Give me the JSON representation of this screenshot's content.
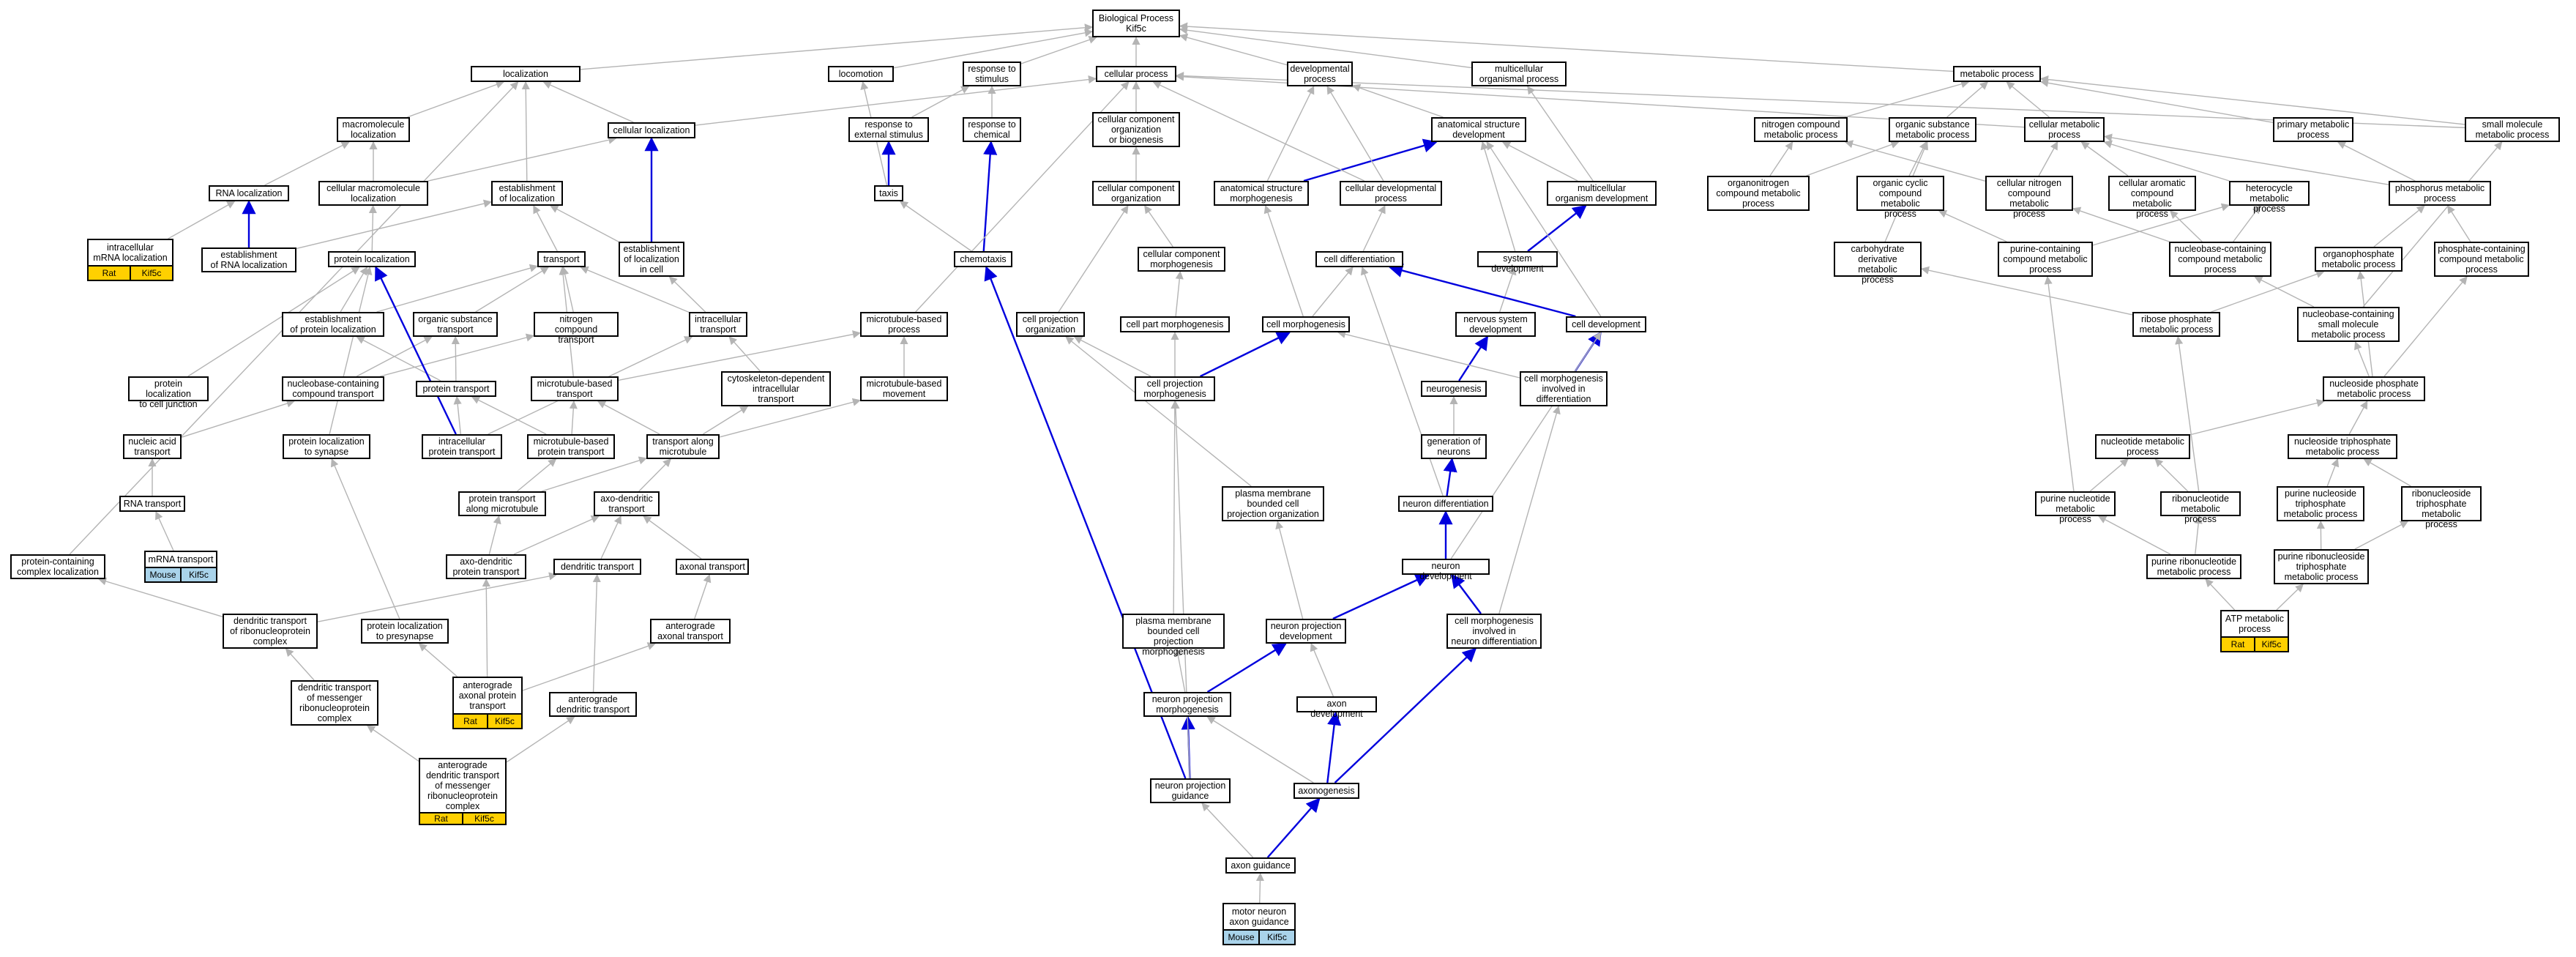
{
  "colors": {
    "gray_edge": "#b4b4b4",
    "blue_edge": "#0000dd",
    "gold_tag": "#ffd000",
    "blue_tag": "#a9d3ea"
  },
  "nodes": [
    {
      "id": "bp",
      "label": "Biological Process\nKif5c"
    },
    {
      "id": "loc",
      "label": "localization"
    },
    {
      "id": "locomotion",
      "label": "locomotion"
    },
    {
      "id": "rts",
      "label": "response to\nstimulus"
    },
    {
      "id": "cp",
      "label": "cellular process"
    },
    {
      "id": "dp",
      "label": "developmental\nprocess"
    },
    {
      "id": "mop",
      "label": "multicellular\norganismal process"
    },
    {
      "id": "mp",
      "label": "metabolic process"
    },
    {
      "id": "mloc",
      "label": "macromolecule\nlocalization"
    },
    {
      "id": "cloc",
      "label": "cellular localization"
    },
    {
      "id": "rtes",
      "label": "response to\nexternal stimulus"
    },
    {
      "id": "rtc",
      "label": "response to\nchemical"
    },
    {
      "id": "ccob",
      "label": "cellular component\norganization\nor biogenesis"
    },
    {
      "id": "asd",
      "label": "anatomical structure\ndevelopment"
    },
    {
      "id": "ncmp",
      "label": "nitrogen compound\nmetabolic process"
    },
    {
      "id": "osmp",
      "label": "organic substance\nmetabolic process"
    },
    {
      "id": "cmp",
      "label": "cellular metabolic\nprocess"
    },
    {
      "id": "pmp",
      "label": "primary metabolic\nprocess"
    },
    {
      "id": "smmp",
      "label": "small molecule\nmetabolic process"
    },
    {
      "id": "rnaloc",
      "label": "RNA localization"
    },
    {
      "id": "cmloc",
      "label": "cellular macromolecule\nlocalization"
    },
    {
      "id": "eoloc",
      "label": "establishment\nof localization"
    },
    {
      "id": "taxis",
      "label": "taxis"
    },
    {
      "id": "cco",
      "label": "cellular component\norganization"
    },
    {
      "id": "asm",
      "label": "anatomical structure\nmorphogenesis"
    },
    {
      "id": "cdp",
      "label": "cellular developmental\nprocess"
    },
    {
      "id": "mod",
      "label": "multicellular\norganism development"
    },
    {
      "id": "oncmp",
      "label": "organonitrogen\ncompound metabolic\nprocess"
    },
    {
      "id": "occmp",
      "label": "organic cyclic\ncompound metabolic\nprocess"
    },
    {
      "id": "cncmp",
      "label": "cellular nitrogen\ncompound metabolic\nprocess"
    },
    {
      "id": "cacmp",
      "label": "cellular aromatic\ncompound metabolic\nprocess"
    },
    {
      "id": "hmp",
      "label": "heterocycle\nmetabolic process"
    },
    {
      "id": "phmp",
      "label": "phosphorus metabolic\nprocess"
    },
    {
      "id": "imrnaloc",
      "label": "intracellular\nmRNA localization",
      "tags": [
        {
          "text": "Rat",
          "style": "gold"
        },
        {
          "text": "Kif5c",
          "style": "gold"
        }
      ]
    },
    {
      "id": "eorna",
      "label": "establishment\nof RNA localization"
    },
    {
      "id": "ploc",
      "label": "protein localization"
    },
    {
      "id": "transport",
      "label": "transport"
    },
    {
      "id": "eolic",
      "label": "establishment\nof localization\nin cell"
    },
    {
      "id": "chemotaxis",
      "label": "chemotaxis"
    },
    {
      "id": "ccm",
      "label": "cellular component\nmorphogenesis"
    },
    {
      "id": "cdiff",
      "label": "cell differentiation"
    },
    {
      "id": "sysdev",
      "label": "system development"
    },
    {
      "id": "cdmp",
      "label": "carbohydrate\nderivative metabolic\nprocess"
    },
    {
      "id": "pccmp",
      "label": "purine-containing\ncompound metabolic\nprocess"
    },
    {
      "id": "nbccmp",
      "label": "nucleobase-containing\ncompound metabolic\nprocess"
    },
    {
      "id": "opmp",
      "label": "organophosphate\nmetabolic process"
    },
    {
      "id": "phccmp",
      "label": "phosphate-containing\ncompound metabolic\nprocess"
    },
    {
      "id": "eoploc",
      "label": "establishment\nof protein localization"
    },
    {
      "id": "ost",
      "label": "organic substance\ntransport"
    },
    {
      "id": "nct",
      "label": "nitrogen compound\ntransport"
    },
    {
      "id": "ict",
      "label": "intracellular\ntransport"
    },
    {
      "id": "mtbp",
      "label": "microtubule-based\nprocess"
    },
    {
      "id": "cpo",
      "label": "cell projection\norganization"
    },
    {
      "id": "cpm",
      "label": "cell part morphogenesis"
    },
    {
      "id": "cmorph",
      "label": "cell morphogenesis"
    },
    {
      "id": "nsd",
      "label": "nervous system\ndevelopment"
    },
    {
      "id": "cdev",
      "label": "cell development"
    },
    {
      "id": "rpmp",
      "label": "ribose phosphate\nmetabolic process"
    },
    {
      "id": "nbcsm",
      "label": "nucleobase-containing\nsmall molecule\nmetabolic process"
    },
    {
      "id": "ploccj",
      "label": "protein localization\nto cell junction"
    },
    {
      "id": "nbcct",
      "label": "nucleobase-containing\ncompound transport"
    },
    {
      "id": "pt",
      "label": "protein transport"
    },
    {
      "id": "mtbt",
      "label": "microtubule-based\ntransport"
    },
    {
      "id": "cdit",
      "label": "cytoskeleton-dependent\nintracellular\ntransport"
    },
    {
      "id": "mtbm",
      "label": "microtubule-based\nmovement"
    },
    {
      "id": "cpmorph",
      "label": "cell projection\nmorphogenesis"
    },
    {
      "id": "neurogenesis",
      "label": "neurogenesis"
    },
    {
      "id": "cmid",
      "label": "cell morphogenesis\ninvolved in\ndifferentiation"
    },
    {
      "id": "nspmp",
      "label": "nucleoside phosphate\nmetabolic process"
    },
    {
      "id": "nat",
      "label": "nucleic acid\ntransport"
    },
    {
      "id": "plocsyn",
      "label": "protein localization\nto synapse"
    },
    {
      "id": "ipt",
      "label": "intracellular\nprotein transport"
    },
    {
      "id": "mtbpt",
      "label": "microtubule-based\nprotein transport"
    },
    {
      "id": "tam",
      "label": "transport along\nmicrotubule"
    },
    {
      "id": "gon",
      "label": "generation of\nneurons"
    },
    {
      "id": "ntmp",
      "label": "nucleotide metabolic\nprocess"
    },
    {
      "id": "nstpmp",
      "label": "nucleoside triphosphate\nmetabolic process"
    },
    {
      "id": "rnat",
      "label": "RNA transport"
    },
    {
      "id": "ptam",
      "label": "protein transport\nalong microtubule"
    },
    {
      "id": "adt",
      "label": "axo-dendritic\ntransport"
    },
    {
      "id": "pmbcpo",
      "label": "plasma membrane\nbounded cell\nprojection organization"
    },
    {
      "id": "ndiff",
      "label": "neuron differentiation"
    },
    {
      "id": "pnmp",
      "label": "purine nucleotide\nmetabolic process"
    },
    {
      "id": "rnmp",
      "label": "ribonucleotide\nmetabolic process"
    },
    {
      "id": "pnstpmp",
      "label": "purine nucleoside\ntriphosphate\nmetabolic process"
    },
    {
      "id": "rnstpmp",
      "label": "ribonucleoside\ntriphosphate\nmetabolic process"
    },
    {
      "id": "pccl",
      "label": "protein-containing\ncomplex localization"
    },
    {
      "id": "mrnat",
      "label": "mRNA transport",
      "tags": [
        {
          "text": "Mouse",
          "style": "blue"
        },
        {
          "text": "Kif5c",
          "style": "blue"
        }
      ]
    },
    {
      "id": "adpt",
      "label": "axo-dendritic\nprotein transport"
    },
    {
      "id": "dt",
      "label": "dendritic transport"
    },
    {
      "id": "at",
      "label": "axonal transport"
    },
    {
      "id": "ndev",
      "label": "neuron development"
    },
    {
      "id": "prnmp",
      "label": "purine ribonucleotide\nmetabolic process"
    },
    {
      "id": "prnstpmp",
      "label": "purine ribonucleoside\ntriphosphate\nmetabolic process"
    },
    {
      "id": "dtrnp",
      "label": "dendritic transport\nof ribonucleoprotein\ncomplex"
    },
    {
      "id": "aat",
      "label": "anterograde\naxonal transport"
    },
    {
      "id": "plocpre",
      "label": "protein localization\nto presynapse"
    },
    {
      "id": "pmbcpm",
      "label": "plasma membrane\nbounded cell\nprojection morphogenesis"
    },
    {
      "id": "npd",
      "label": "neuron projection\ndevelopment"
    },
    {
      "id": "cmind",
      "label": "cell morphogenesis\ninvolved in\nneuron differentiation"
    },
    {
      "id": "atpmp",
      "label": "ATP metabolic\nprocess",
      "tags": [
        {
          "text": "Rat",
          "style": "gold"
        },
        {
          "text": "Kif5c",
          "style": "gold"
        }
      ]
    },
    {
      "id": "aapt",
      "label": "anterograde\naxonal protein\ntransport",
      "tags": [
        {
          "text": "Rat",
          "style": "gold"
        },
        {
          "text": "Kif5c",
          "style": "gold"
        }
      ]
    },
    {
      "id": "adtr",
      "label": "anterograde\ndendritic transport"
    },
    {
      "id": "dtmrnp",
      "label": "dendritic transport\nof messenger\nribonucleoprotein\ncomplex"
    },
    {
      "id": "npm",
      "label": "neuron projection\nmorphogenesis"
    },
    {
      "id": "axdev",
      "label": "axon development"
    },
    {
      "id": "adtmrnp",
      "label": "anterograde\ndendritic transport\nof messenger\nribonucleoprotein\ncomplex",
      "tags": [
        {
          "text": "Rat",
          "style": "gold"
        },
        {
          "text": "Kif5c",
          "style": "gold"
        }
      ]
    },
    {
      "id": "npg",
      "label": "neuron projection\nguidance"
    },
    {
      "id": "axonogenesis",
      "label": "axonogenesis"
    },
    {
      "id": "axg",
      "label": "axon guidance"
    },
    {
      "id": "mnag",
      "label": "motor neuron\naxon guidance",
      "tags": [
        {
          "text": "Mouse",
          "style": "blue"
        },
        {
          "text": "Kif5c",
          "style": "blue"
        }
      ]
    }
  ],
  "edges": [
    [
      "loc",
      "bp",
      "g"
    ],
    [
      "locomotion",
      "bp",
      "g"
    ],
    [
      "rts",
      "bp",
      "g"
    ],
    [
      "cp",
      "bp",
      "g"
    ],
    [
      "dp",
      "bp",
      "g"
    ],
    [
      "mop",
      "bp",
      "g"
    ],
    [
      "mp",
      "bp",
      "g"
    ],
    [
      "mloc",
      "loc",
      "g"
    ],
    [
      "cloc",
      "cp",
      "g"
    ],
    [
      "cloc",
      "loc",
      "g"
    ],
    [
      "rtes",
      "rts",
      "g"
    ],
    [
      "rtc",
      "rts",
      "g"
    ],
    [
      "ccob",
      "cp",
      "g"
    ],
    [
      "asd",
      "dp",
      "g"
    ],
    [
      "ncmp",
      "mp",
      "g"
    ],
    [
      "osmp",
      "mp",
      "g"
    ],
    [
      "cmp",
      "mp",
      "g"
    ],
    [
      "cmp",
      "cp",
      "g"
    ],
    [
      "pmp",
      "mp",
      "g"
    ],
    [
      "smmp",
      "mp",
      "g"
    ],
    [
      "smmp",
      "cp",
      "g"
    ],
    [
      "rnaloc",
      "mloc",
      "g"
    ],
    [
      "cmloc",
      "mloc",
      "g"
    ],
    [
      "cmloc",
      "cloc",
      "g"
    ],
    [
      "eoloc",
      "loc",
      "g"
    ],
    [
      "taxis",
      "rtes",
      "b"
    ],
    [
      "taxis",
      "locomotion",
      "g"
    ],
    [
      "cco",
      "ccob",
      "g"
    ],
    [
      "asm",
      "asd",
      "b"
    ],
    [
      "asm",
      "dp",
      "g"
    ],
    [
      "cdp",
      "cp",
      "g"
    ],
    [
      "cdp",
      "dp",
      "g"
    ],
    [
      "mod",
      "mop",
      "g"
    ],
    [
      "mod",
      "asd",
      "g"
    ],
    [
      "oncmp",
      "ncmp",
      "g"
    ],
    [
      "oncmp",
      "osmp",
      "g"
    ],
    [
      "occmp",
      "osmp",
      "g"
    ],
    [
      "cncmp",
      "ncmp",
      "g"
    ],
    [
      "cncmp",
      "cmp",
      "g"
    ],
    [
      "cacmp",
      "cmp",
      "g"
    ],
    [
      "hmp",
      "cmp",
      "g"
    ],
    [
      "phmp",
      "cmp",
      "g"
    ],
    [
      "phmp",
      "pmp",
      "g"
    ],
    [
      "imrnaloc",
      "rnaloc",
      "g"
    ],
    [
      "eorna",
      "rnaloc",
      "b"
    ],
    [
      "eorna",
      "eoloc",
      "g"
    ],
    [
      "ploc",
      "cmloc",
      "g"
    ],
    [
      "transport",
      "eoloc",
      "g"
    ],
    [
      "eolic",
      "cloc",
      "b"
    ],
    [
      "eolic",
      "eoloc",
      "g"
    ],
    [
      "chemotaxis",
      "rtc",
      "b"
    ],
    [
      "chemotaxis",
      "taxis",
      "g"
    ],
    [
      "ccm",
      "cco",
      "g"
    ],
    [
      "cdiff",
      "cdp",
      "g"
    ],
    [
      "sysdev",
      "mod",
      "b"
    ],
    [
      "sysdev",
      "asd",
      "g"
    ],
    [
      "cdmp",
      "osmp",
      "g"
    ],
    [
      "pccmp",
      "hmp",
      "g"
    ],
    [
      "pccmp",
      "occmp",
      "g"
    ],
    [
      "nbccmp",
      "cncmp",
      "g"
    ],
    [
      "nbccmp",
      "hmp",
      "g"
    ],
    [
      "nbccmp",
      "cacmp",
      "g"
    ],
    [
      "opmp",
      "phmp",
      "g"
    ],
    [
      "phccmp",
      "phmp",
      "g"
    ],
    [
      "eoploc",
      "ploc",
      "g"
    ],
    [
      "eoploc",
      "transport",
      "g"
    ],
    [
      "ost",
      "transport",
      "g"
    ],
    [
      "nct",
      "transport",
      "g"
    ],
    [
      "ict",
      "transport",
      "g"
    ],
    [
      "ict",
      "eolic",
      "g"
    ],
    [
      "mtbp",
      "cp",
      "g"
    ],
    [
      "cpo",
      "cco",
      "g"
    ],
    [
      "cpm",
      "ccm",
      "g"
    ],
    [
      "cmorph",
      "asm",
      "g"
    ],
    [
      "cmorph",
      "cdiff",
      "g"
    ],
    [
      "nsd",
      "sysdev",
      "g"
    ],
    [
      "cdev",
      "cdiff",
      "b"
    ],
    [
      "cdev",
      "asd",
      "g"
    ],
    [
      "rpmp",
      "cdmp",
      "g"
    ],
    [
      "rpmp",
      "opmp",
      "g"
    ],
    [
      "nbcsm",
      "nbccmp",
      "g"
    ],
    [
      "nbcsm",
      "smmp",
      "g"
    ],
    [
      "ploccj",
      "ploc",
      "g"
    ],
    [
      "nbcct",
      "ost",
      "g"
    ],
    [
      "nbcct",
      "nct",
      "g"
    ],
    [
      "pt",
      "eoploc",
      "g"
    ],
    [
      "pt",
      "ost",
      "g"
    ],
    [
      "mtbt",
      "transport",
      "g"
    ],
    [
      "mtbt",
      "mtbp",
      "g"
    ],
    [
      "cdit",
      "ict",
      "g"
    ],
    [
      "mtbm",
      "mtbp",
      "g"
    ],
    [
      "cpmorph",
      "cpm",
      "g"
    ],
    [
      "cpmorph",
      "cmorph",
      "b"
    ],
    [
      "cpmorph",
      "cpo",
      "g"
    ],
    [
      "neurogenesis",
      "nsd",
      "b"
    ],
    [
      "cmid",
      "cdev",
      "b"
    ],
    [
      "cmid",
      "cmorph",
      "g"
    ],
    [
      "nspmp",
      "opmp",
      "g"
    ],
    [
      "nspmp",
      "nbcsm",
      "g"
    ],
    [
      "nspmp",
      "phccmp",
      "g"
    ],
    [
      "nat",
      "nbcct",
      "g"
    ],
    [
      "plocsyn",
      "ploc",
      "g"
    ],
    [
      "ipt",
      "pt",
      "g"
    ],
    [
      "ipt",
      "ploc",
      "b"
    ],
    [
      "ipt",
      "ict",
      "g"
    ],
    [
      "mtbpt",
      "mtbt",
      "g"
    ],
    [
      "mtbpt",
      "pt",
      "g"
    ],
    [
      "tam",
      "mtbt",
      "g"
    ],
    [
      "tam",
      "mtbm",
      "g"
    ],
    [
      "tam",
      "cdit",
      "g"
    ],
    [
      "gon",
      "neurogenesis",
      "g"
    ],
    [
      "ntmp",
      "nspmp",
      "g"
    ],
    [
      "nstpmp",
      "nspmp",
      "g"
    ],
    [
      "rnat",
      "nat",
      "g"
    ],
    [
      "ptam",
      "tam",
      "g"
    ],
    [
      "ptam",
      "mtbpt",
      "g"
    ],
    [
      "adt",
      "tam",
      "g"
    ],
    [
      "pmbcpo",
      "cpo",
      "g"
    ],
    [
      "ndiff",
      "gon",
      "b"
    ],
    [
      "ndiff",
      "cdiff",
      "g"
    ],
    [
      "pnmp",
      "ntmp",
      "g"
    ],
    [
      "pnmp",
      "pccmp",
      "g"
    ],
    [
      "rnmp",
      "ntmp",
      "g"
    ],
    [
      "rnmp",
      "rpmp",
      "g"
    ],
    [
      "pnstpmp",
      "nstpmp",
      "g"
    ],
    [
      "rnstpmp",
      "nstpmp",
      "g"
    ],
    [
      "pccl",
      "loc",
      "g"
    ],
    [
      "mrnat",
      "rnat",
      "g"
    ],
    [
      "adpt",
      "adt",
      "g"
    ],
    [
      "adpt",
      "ptam",
      "g"
    ],
    [
      "dt",
      "adt",
      "g"
    ],
    [
      "at",
      "adt",
      "g"
    ],
    [
      "ndev",
      "ndiff",
      "b"
    ],
    [
      "ndev",
      "cdev",
      "g"
    ],
    [
      "prnmp",
      "pnmp",
      "g"
    ],
    [
      "prnmp",
      "rnmp",
      "g"
    ],
    [
      "prnstpmp",
      "pnstpmp",
      "g"
    ],
    [
      "prnstpmp",
      "rnstpmp",
      "g"
    ],
    [
      "dtrnp",
      "dt",
      "g"
    ],
    [
      "dtrnp",
      "pccl",
      "g"
    ],
    [
      "aat",
      "at",
      "g"
    ],
    [
      "plocpre",
      "plocsyn",
      "g"
    ],
    [
      "pmbcpm",
      "cpmorph",
      "g"
    ],
    [
      "npd",
      "ndev",
      "b"
    ],
    [
      "npd",
      "pmbcpo",
      "g"
    ],
    [
      "cmind",
      "ndev",
      "b"
    ],
    [
      "cmind",
      "cmid",
      "g"
    ],
    [
      "atpmp",
      "prnmp",
      "g"
    ],
    [
      "atpmp",
      "prnstpmp",
      "g"
    ],
    [
      "aapt",
      "aat",
      "g"
    ],
    [
      "aapt",
      "adpt",
      "g"
    ],
    [
      "aapt",
      "plocpre",
      "g"
    ],
    [
      "adtr",
      "dt",
      "g"
    ],
    [
      "dtmrnp",
      "dtrnp",
      "g"
    ],
    [
      "npm",
      "npd",
      "b"
    ],
    [
      "npm",
      "pmbcpm",
      "g"
    ],
    [
      "axdev",
      "npd",
      "g"
    ],
    [
      "adtmrnp",
      "adtr",
      "g"
    ],
    [
      "adtmrnp",
      "dtmrnp",
      "g"
    ],
    [
      "npg",
      "npm",
      "b"
    ],
    [
      "npg",
      "chemotaxis",
      "b"
    ],
    [
      "npg",
      "cpmorph",
      "g"
    ],
    [
      "axonogenesis",
      "axdev",
      "b"
    ],
    [
      "axonogenesis",
      "cmind",
      "b"
    ],
    [
      "axonogenesis",
      "npm",
      "g"
    ],
    [
      "axg",
      "npg",
      "g"
    ],
    [
      "axg",
      "axonogenesis",
      "b"
    ],
    [
      "mnag",
      "axg",
      "g"
    ]
  ]
}
